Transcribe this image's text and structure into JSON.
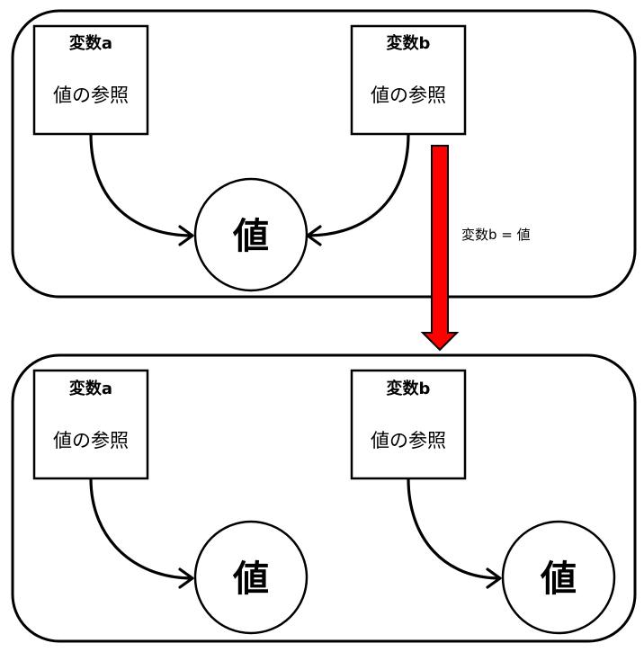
{
  "colors": {
    "transition_arrow": "#ff0000",
    "stroke": "#000000",
    "background": "#ffffff"
  },
  "before": {
    "var_a": {
      "name": "変数a",
      "ref": "値の参照"
    },
    "var_b": {
      "name": "変数b",
      "ref": "値の参照"
    },
    "value": "値"
  },
  "transition": {
    "label": "変数b = 値"
  },
  "after": {
    "var_a": {
      "name": "変数a",
      "ref": "値の参照"
    },
    "var_b": {
      "name": "変数b",
      "ref": "値の参照"
    },
    "value_a": "値",
    "value_b": "値"
  }
}
